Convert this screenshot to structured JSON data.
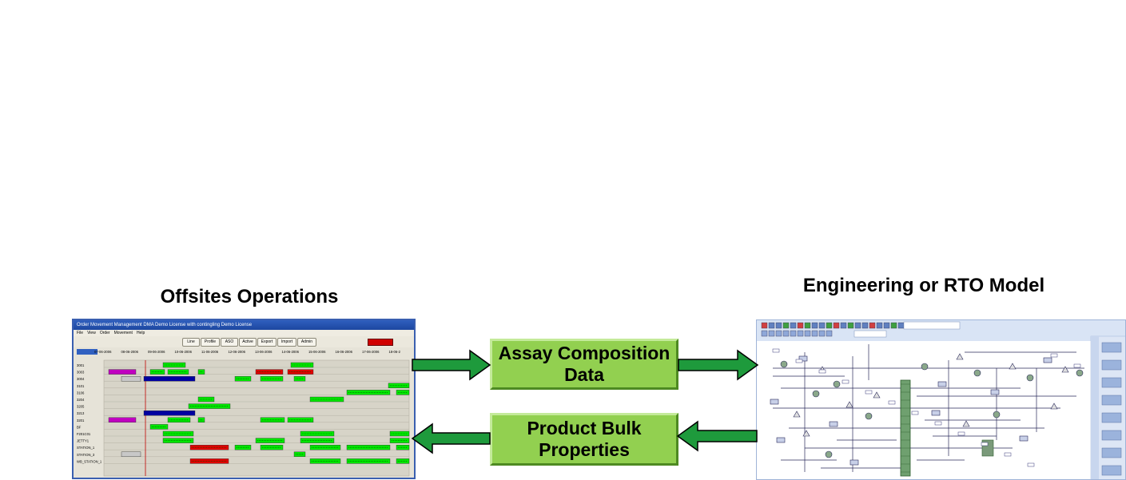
{
  "titles": {
    "offsites": "Offsites Operations",
    "engineering": "Engineering or RTO Model"
  },
  "boxes": {
    "assay": "Assay Composition Data",
    "bulk": "Product Bulk Properties"
  },
  "offsites_screen": {
    "window_title": "Order Movement Management DMA Demo License with contingling Demo License",
    "menu": [
      "File",
      "View",
      "Order",
      "Movement",
      "Help"
    ],
    "toolbar_buttons": [
      "Line",
      "Profile",
      "ASO",
      "Active",
      "Export",
      "Import",
      "Admin"
    ],
    "dates": [
      "07-06-2006",
      "08-06-2006",
      "09-06-2006",
      "10-06-2006",
      "11-06-2006",
      "12-06-2006",
      "13-06-2006",
      "14-06-2006",
      "15-06-2006",
      "16-06-2006",
      "17-06-2006",
      "18-06-2"
    ],
    "rows": [
      "3001",
      "3003",
      "3004",
      "3101",
      "3106",
      "3204",
      "3205",
      "3213",
      "3201",
      "BF",
      "F201C01",
      "JETTY1",
      "STATION_1",
      "STATION_3",
      "WB_STATION_1"
    ]
  },
  "colors": {
    "box_fill": "#92d050",
    "arrow_fill": "#1e9a3c",
    "bar_green": "#00e600",
    "bar_red": "#e00000",
    "bar_blue": "#0000a0",
    "bar_magenta": "#c000c0"
  },
  "arrows": [
    {
      "from": "offsites",
      "to": "assay-box",
      "direction": "right"
    },
    {
      "from": "assay-box",
      "to": "engineering",
      "direction": "right"
    },
    {
      "from": "engineering",
      "to": "bulk-box",
      "direction": "left"
    },
    {
      "from": "bulk-box",
      "to": "offsites",
      "direction": "left"
    }
  ]
}
